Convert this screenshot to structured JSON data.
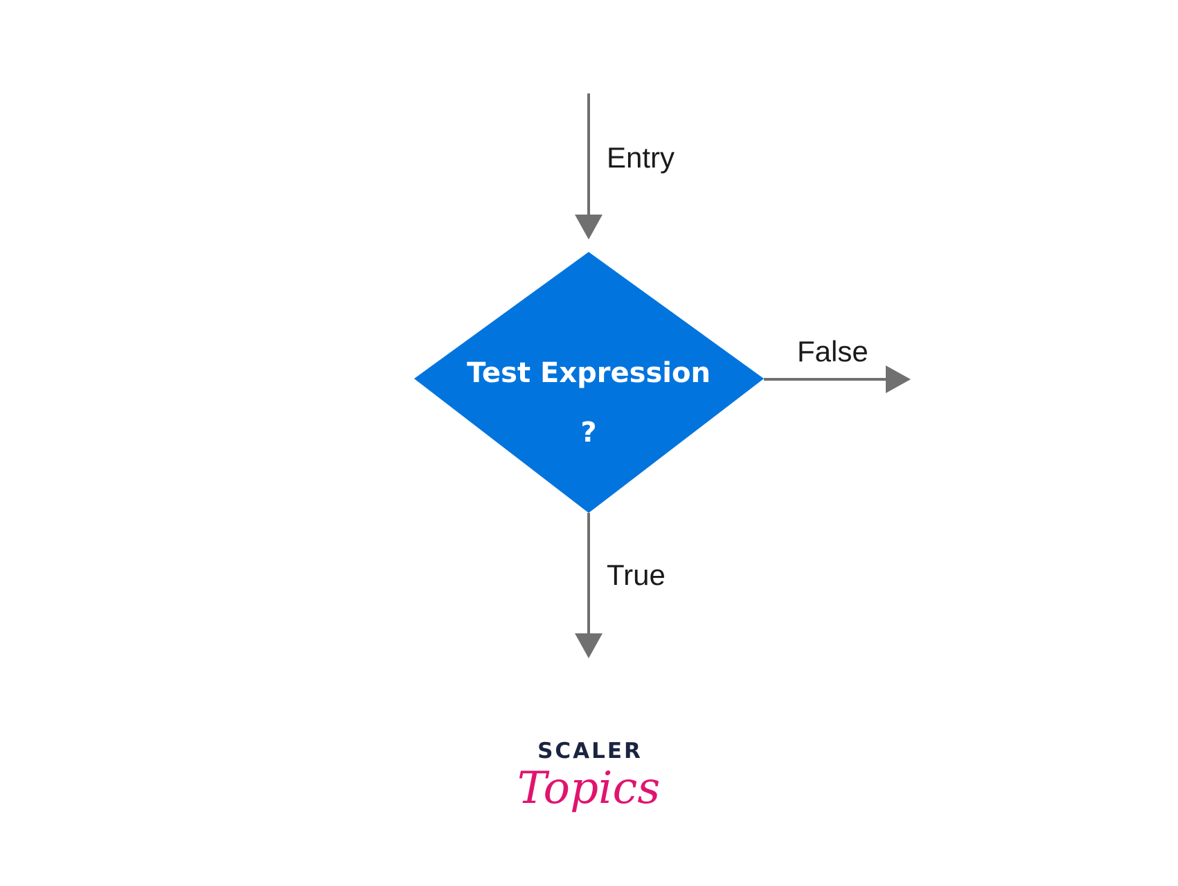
{
  "diagram": {
    "decision": {
      "title": "Test Expression",
      "symbol": "?"
    },
    "edges": {
      "entry": "Entry",
      "false": "False",
      "true": "True"
    }
  },
  "logo": {
    "wordmark": "SCALER",
    "script": "Topics"
  },
  "colors": {
    "decision_fill": "#0274DE",
    "arrow": "#707070",
    "edge_text": "#1a1a1a",
    "logo_dark": "#1b2440",
    "logo_pink": "#E0146F"
  }
}
